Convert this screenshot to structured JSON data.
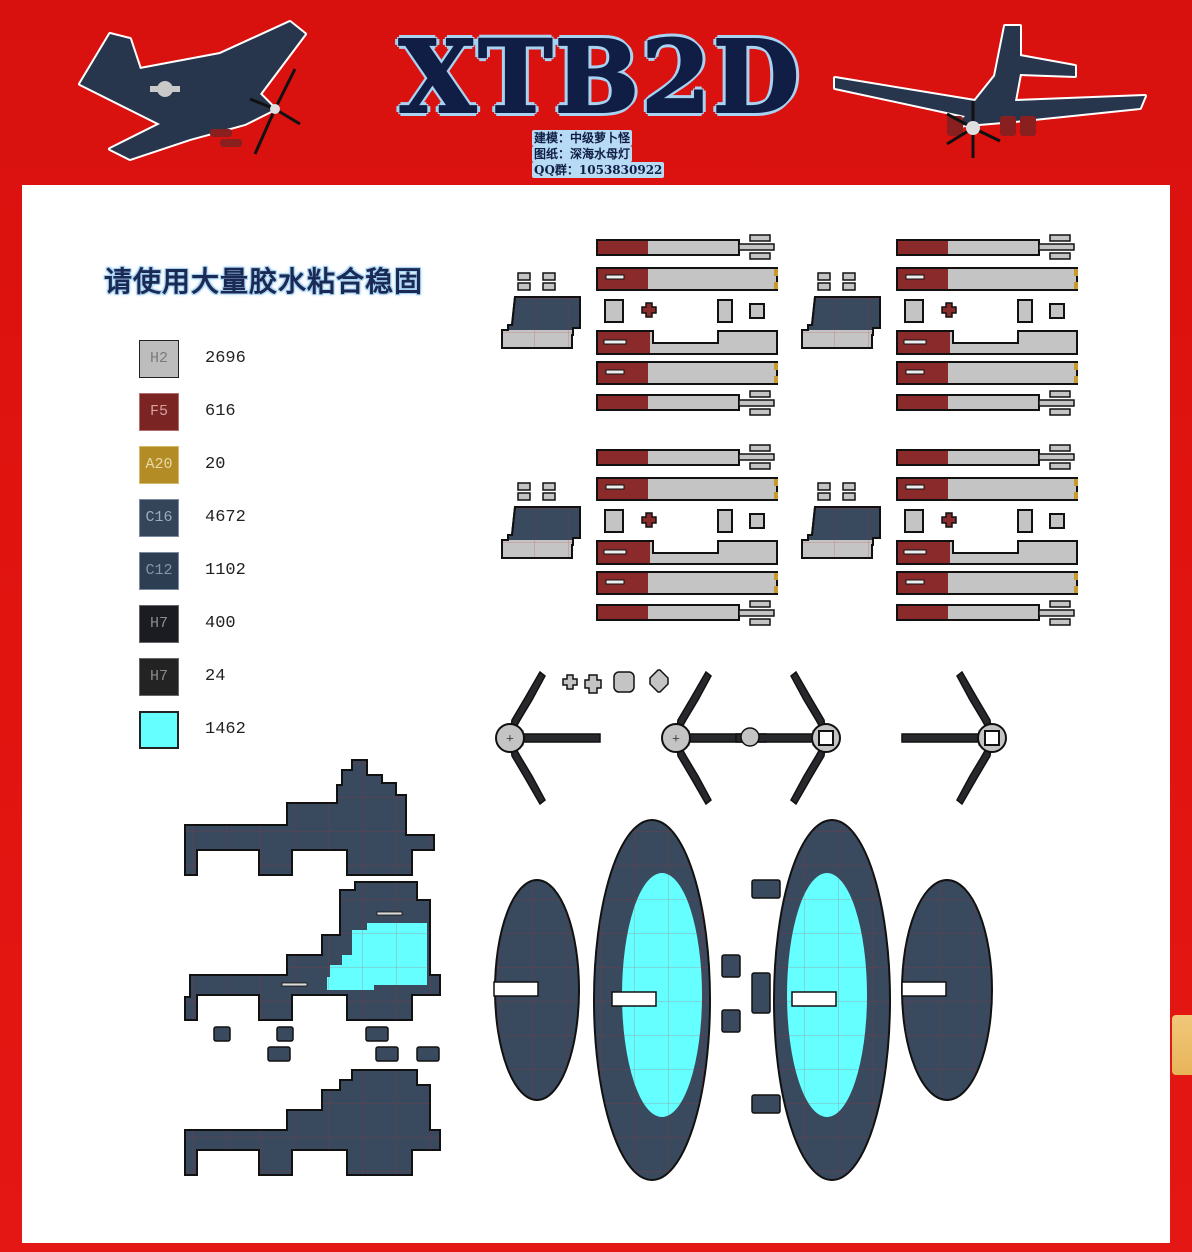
{
  "header": {
    "title": "XTB2D",
    "credits": [
      "建模：中级萝卜怪",
      "图纸：深海水母灯",
      "QQ群：1053830922"
    ],
    "left_image": "aircraft-render-isometric",
    "right_image": "aircraft-render-front"
  },
  "sheet": {
    "notice": "请使用大量胶水粘合稳固",
    "legend": [
      {
        "code": "H2",
        "count": "2696",
        "color": "#bdbdbd",
        "text_color": "#7a7a7a"
      },
      {
        "code": "F5",
        "count": "616",
        "color": "#7a2424",
        "text_color": "#d9a0a0"
      },
      {
        "code": "A20",
        "count": "20",
        "color": "#b48c26",
        "text_color": "#e8d9a8"
      },
      {
        "code": "C16",
        "count": "4672",
        "color": "#34455a",
        "text_color": "#9aabbd"
      },
      {
        "code": "C12",
        "count": "1102",
        "color": "#2e3e52",
        "text_color": "#8596aa"
      },
      {
        "code": "H7",
        "count": "400",
        "color": "#1a1c22",
        "text_color": "#8a8d94"
      },
      {
        "code": "H7",
        "count": "24",
        "color": "#232323",
        "text_color": "#8a8a8a"
      },
      {
        "code": "",
        "count": "1462",
        "color": "#66ffff",
        "text_color": "#000000"
      }
    ],
    "part_colors": {
      "light_gray": "#c4c4c4",
      "dark_red": "#8a2a2a",
      "gold": "#c89a2a",
      "navy": "#3a4a5e",
      "black": "#26282c",
      "cyan": "#66ffff",
      "outline": "#111111"
    }
  }
}
